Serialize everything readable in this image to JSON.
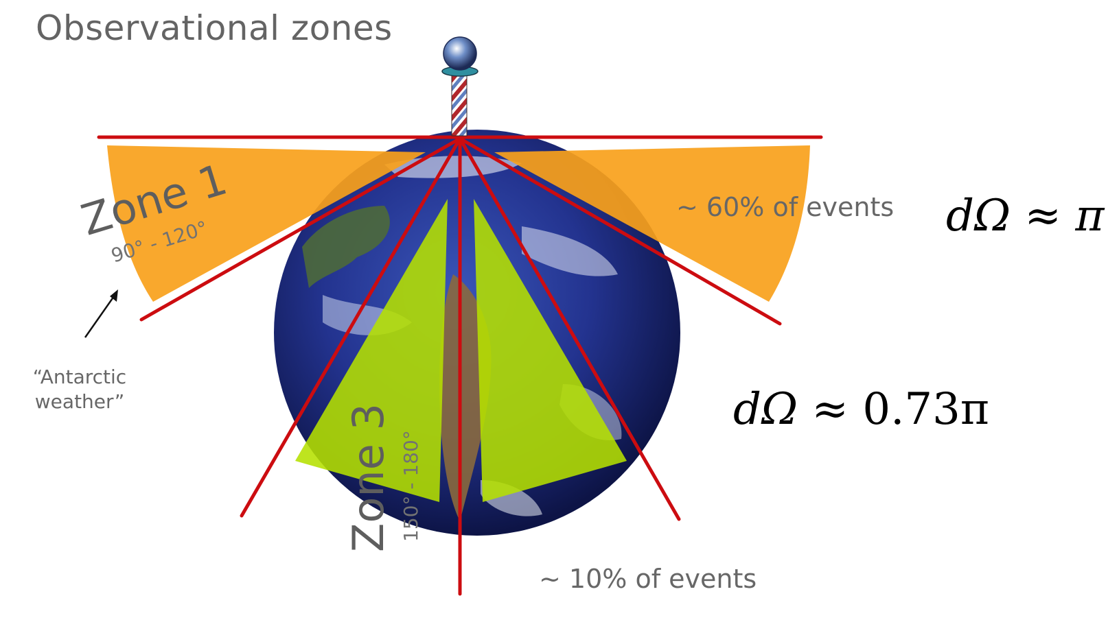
{
  "title": "Observational zones",
  "zones": [
    {
      "label": "Zone 1",
      "range": "90° - 120°"
    },
    {
      "label": "Zone 3",
      "range": "150° - 180°"
    }
  ],
  "annotations": {
    "events_top": "~ 60% of events",
    "events_bottom": "~ 10% of events",
    "antarctic_line1": "“Antarctic",
    "antarctic_line2": "weather”"
  },
  "formulas": {
    "solid_angle_1": {
      "symbol": "dΩ",
      "relation": "≈",
      "value": "π"
    },
    "solid_angle_2": {
      "symbol": "dΩ",
      "relation": "≈",
      "value": "0.73π"
    }
  },
  "colors": {
    "zone1_fill": "#f9a11b",
    "zone3_fill": "#b5e000",
    "lines": "#cc0c10",
    "earth_ocean": "#1f2f86",
    "earth_land": "#5a7a3a"
  }
}
